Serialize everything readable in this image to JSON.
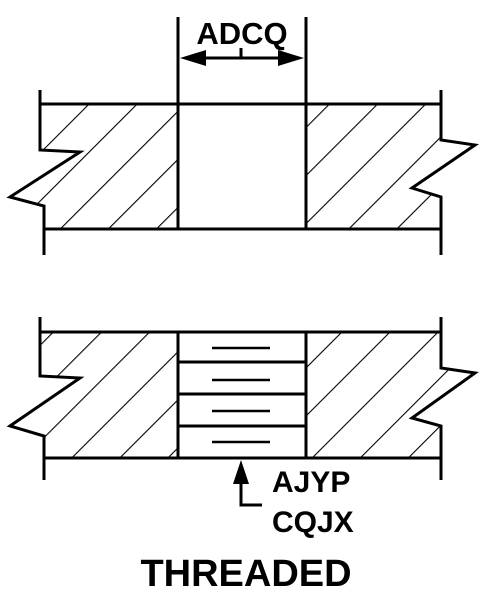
{
  "labels": {
    "dimension": "ADCQ",
    "callout_line1": "AJYP",
    "callout_line2": "CQJX",
    "caption": "THREADED"
  },
  "colors": {
    "ink": "#000000",
    "background": "#ffffff"
  }
}
